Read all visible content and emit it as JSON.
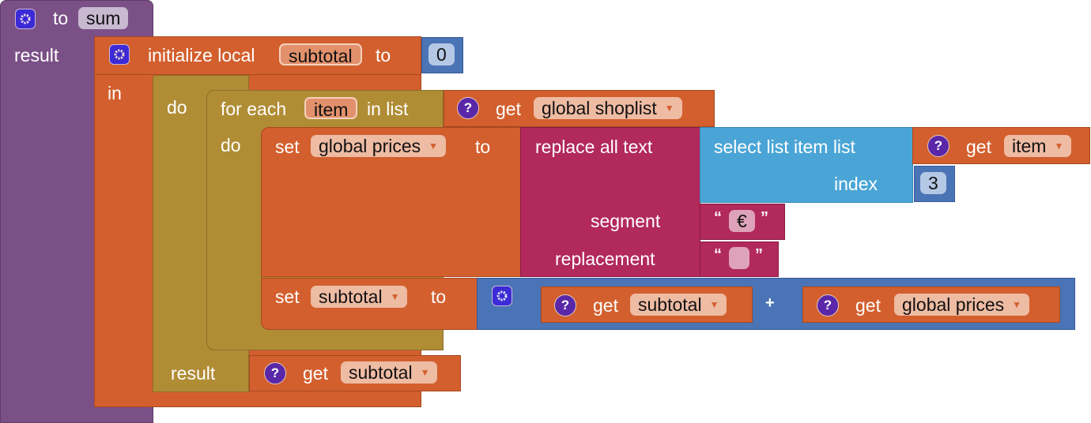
{
  "procedure": {
    "keyword_to": "to",
    "name": "sum",
    "result_label": "result",
    "gear_icon": "gear-icon"
  },
  "local_var": {
    "label": "initialize local",
    "var_name": "subtotal",
    "to_label": "to",
    "init_value": "0",
    "in_label": "in"
  },
  "do_result": {
    "do_label": "do",
    "result_label": "result"
  },
  "foreach": {
    "label_prefix": "for each",
    "var_name": "item",
    "label_suffix": "in list",
    "do_label": "do",
    "list_get": {
      "label": "get",
      "var": "global shoplist"
    }
  },
  "set_prices": {
    "set_label": "set",
    "var": "global prices",
    "to_label": "to",
    "replace": {
      "label": "replace all text",
      "segment_label": "segment",
      "replacement_label": "replacement",
      "segment_value": "€",
      "replacement_value": "",
      "open_quote": "“",
      "close_quote": "”"
    },
    "select": {
      "label": "select list item  list",
      "index_label": "index",
      "index_value": "3",
      "list_get": {
        "label": "get",
        "var": "item"
      }
    }
  },
  "set_subtotal": {
    "set_label": "set",
    "var": "subtotal",
    "to_label": "to",
    "plus": "+",
    "left_get": {
      "label": "get",
      "var": "subtotal"
    },
    "right_get": {
      "label": "get",
      "var": "global prices"
    }
  },
  "result_get": {
    "label": "get",
    "var": "subtotal"
  },
  "icons": {
    "question": "?"
  },
  "colors": {
    "procedure": "#7b5087",
    "variables": "#d35f2e",
    "control": "#b08d35",
    "math": "#4a74b5",
    "text": "#b2295b",
    "lists": "#4aa5d6"
  }
}
